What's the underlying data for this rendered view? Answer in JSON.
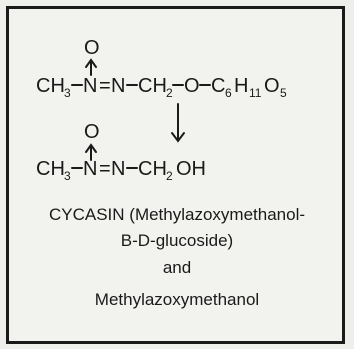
{
  "cycasin_formula": {
    "oxide_o": "O",
    "ch": "CH",
    "sub3": "3",
    "n1": "N",
    "eq": "=",
    "n2": "N",
    "ch2": "CH",
    "sub2": "2",
    "o": "O",
    "c": "C",
    "sub6": "6",
    "h": "H",
    "sub11": "11",
    "o5": "O",
    "sub5": "5"
  },
  "mam_formula": {
    "oxide_o": "O",
    "ch": "CH",
    "sub3": "3",
    "n1": "N",
    "eq": "=",
    "n2": "N",
    "ch2": "CH",
    "sub2": "2",
    "oh": "OH"
  },
  "caption": {
    "line1": "CYCASIN (Methylazoxymethanol-",
    "line2": "B-D-glucoside)",
    "line3": "and",
    "line4": "Methylazoxymethanol"
  }
}
